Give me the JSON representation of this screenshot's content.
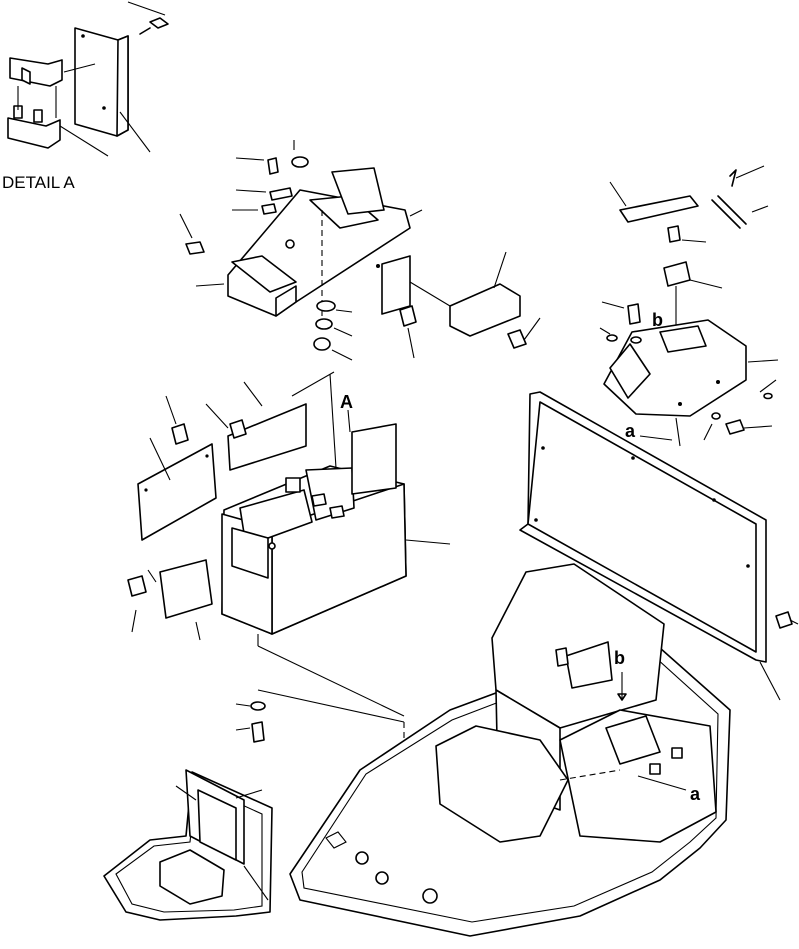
{
  "labels": {
    "detail": "DETAIL A",
    "callout_A": "A",
    "ref_a_top": "a",
    "ref_b_top": "b",
    "ref_b_floor": "b",
    "ref_a_floor": "a"
  }
}
